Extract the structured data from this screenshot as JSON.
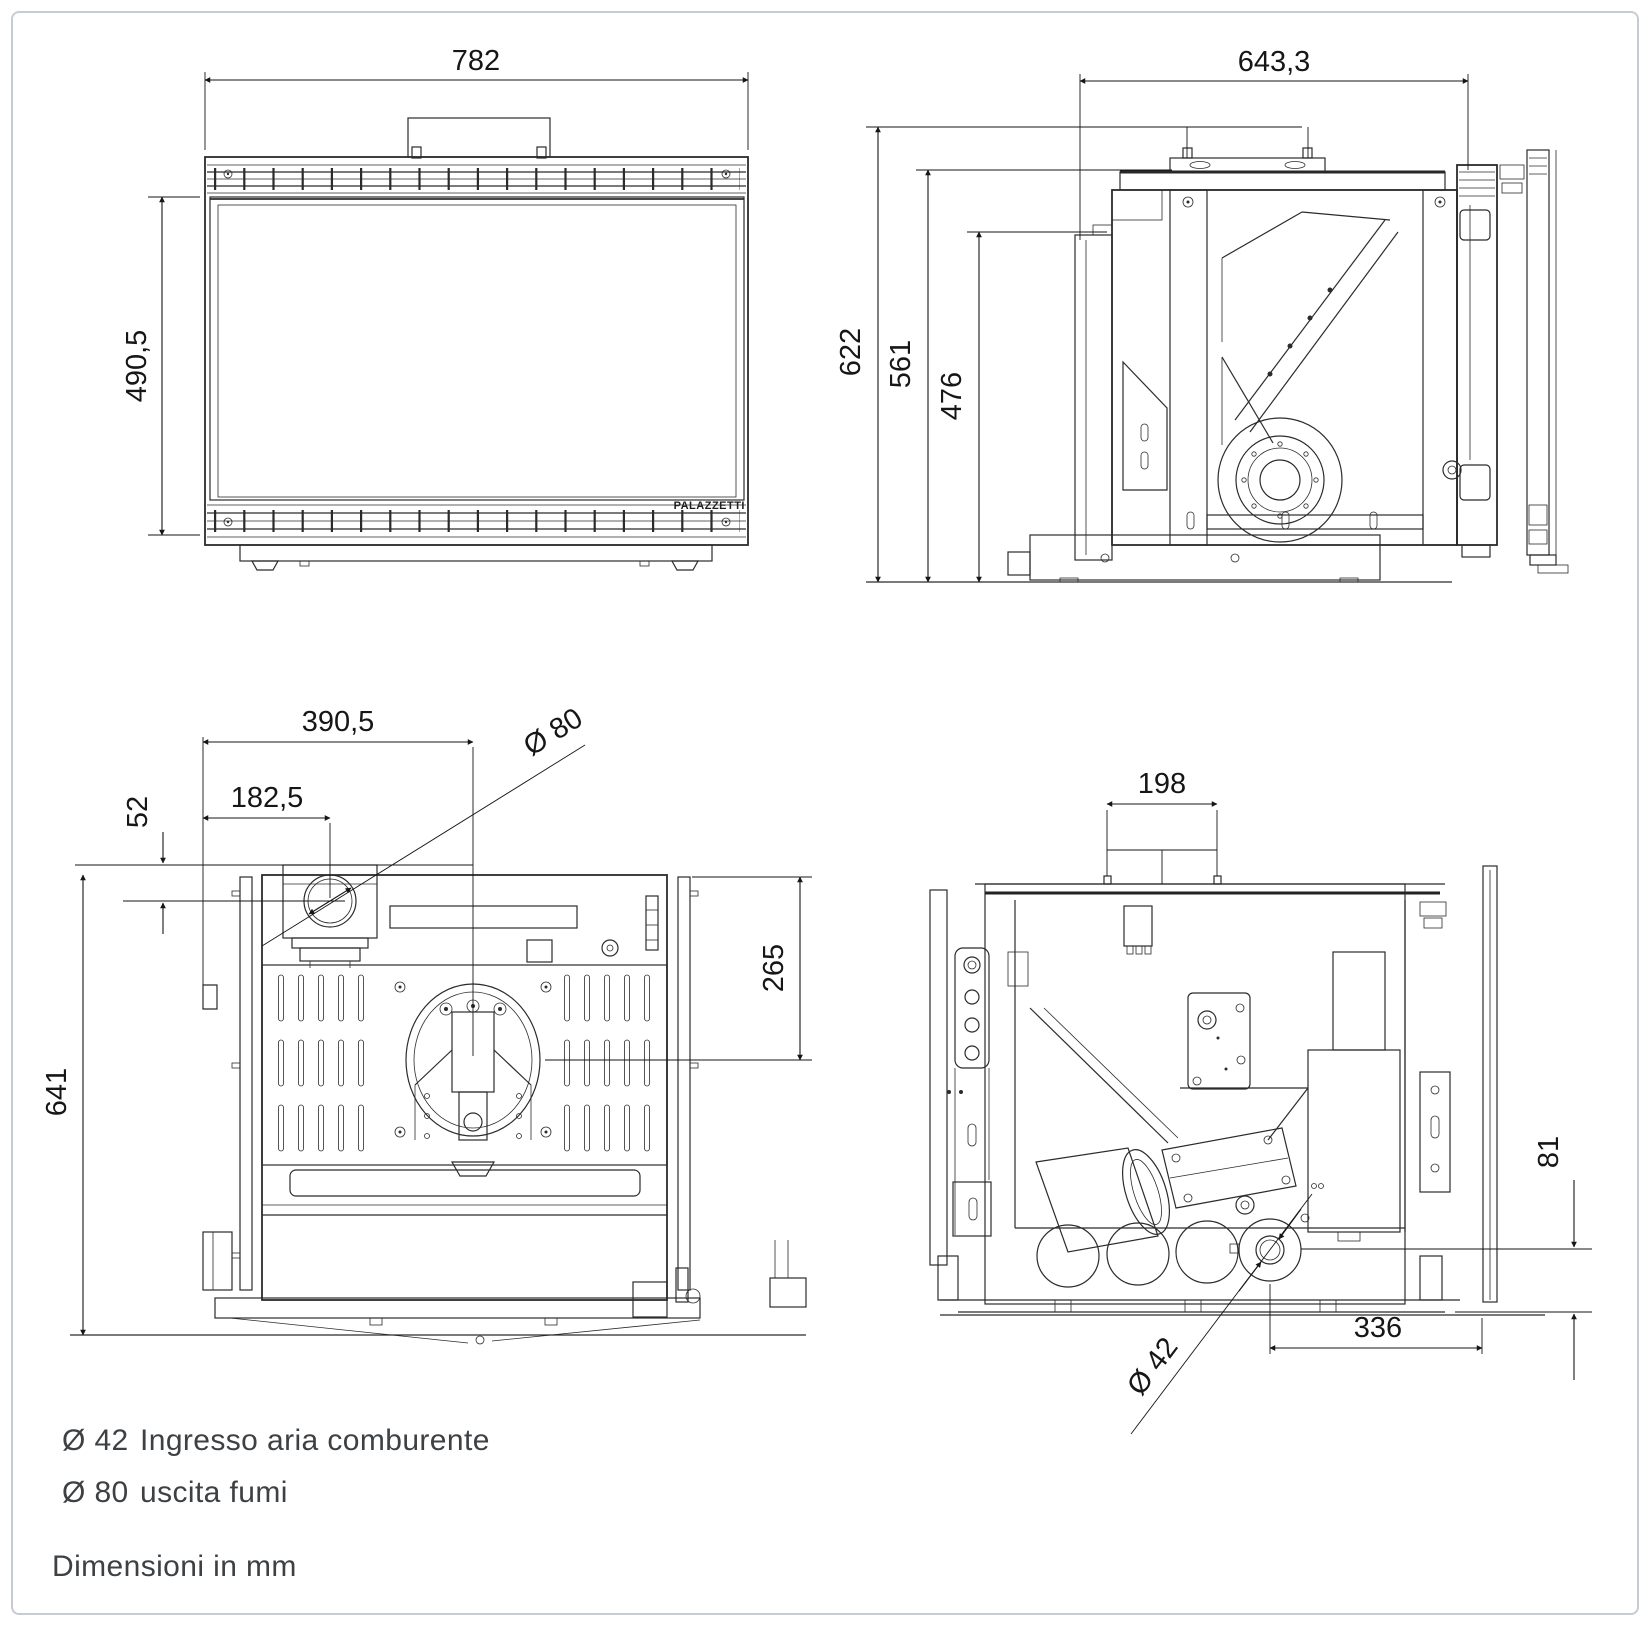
{
  "brand": {
    "logo": "PALAZZETTI"
  },
  "dims": {
    "front_width": "782",
    "front_glass_height": "490,5",
    "side_depth": "643,3",
    "side_height_total": "622",
    "side_height_body": "561",
    "side_height_inner": "476",
    "rear_flue_x": "390,5",
    "rear_flue_cx": "182,5",
    "rear_flue_top": "52",
    "rear_flue_dia": "Ø 80",
    "rear_height": "641",
    "rear_fan_drop": "265",
    "int_bracket_span": "198",
    "int_inlet_h": "81",
    "int_inlet_x": "336",
    "int_inlet_dia": "Ø 42"
  },
  "legend": {
    "rows": [
      {
        "symbol": "Ø 42",
        "label": "Ingresso aria comburente"
      },
      {
        "symbol": "Ø 80",
        "label": "uscita fumi"
      }
    ],
    "note": "Dimensioni in mm"
  }
}
